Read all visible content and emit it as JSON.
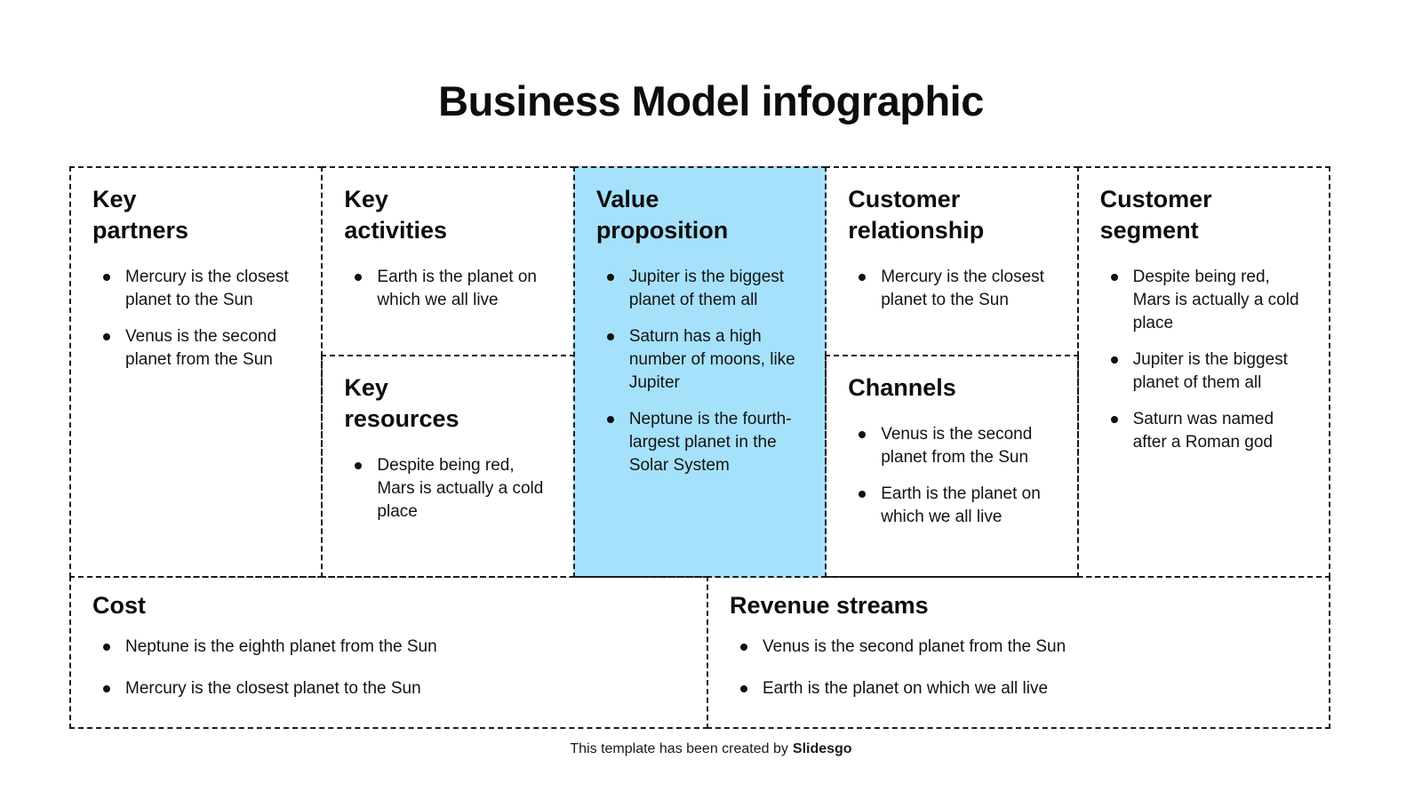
{
  "title": "Business Model infographic",
  "colors": {
    "highlight_blue": "#a5e1fb",
    "border": "#1c1c1c",
    "text": "#131313"
  },
  "sections": {
    "key_partners": {
      "heading": "Key\npartners",
      "bullets": [
        "Mercury is the closest planet to the Sun",
        "Venus is the second planet from the Sun"
      ]
    },
    "key_activities": {
      "heading": "Key\nactivities",
      "bullets": [
        "Earth is the planet on which we all live"
      ]
    },
    "key_resources": {
      "heading": "Key\nresources",
      "bullets": [
        "Despite being red, Mars is actually a cold place"
      ]
    },
    "value_proposition": {
      "heading": "Value\nproposition",
      "highlighted": true,
      "bullets": [
        "Jupiter is the biggest planet of them all",
        "Saturn has a high number of moons, like Jupiter",
        "Neptune is the fourth-largest planet in the Solar System"
      ]
    },
    "customer_relationship": {
      "heading": "Customer\nrelationship",
      "bullets": [
        "Mercury is the closest planet to the Sun"
      ]
    },
    "channels": {
      "heading": "Channels",
      "bullets": [
        "Venus is the second planet from the Sun",
        "Earth is the planet on which we all live"
      ]
    },
    "customer_segment": {
      "heading": "Customer\nsegment",
      "bullets": [
        "Despite being red, Mars is actually a cold place",
        "Jupiter is the biggest planet of them all",
        "Saturn was named after a Roman god"
      ]
    },
    "cost": {
      "heading": "Cost",
      "bullets": [
        "Neptune is the eighth planet from the Sun",
        "Mercury is the closest planet to the Sun"
      ]
    },
    "revenue_streams": {
      "heading": "Revenue streams",
      "bullets": [
        "Venus is the second planet from the Sun",
        "Earth is the planet on which we all live"
      ]
    }
  },
  "footer": {
    "text": "This template has been created by",
    "brand": "Slidesgo"
  }
}
